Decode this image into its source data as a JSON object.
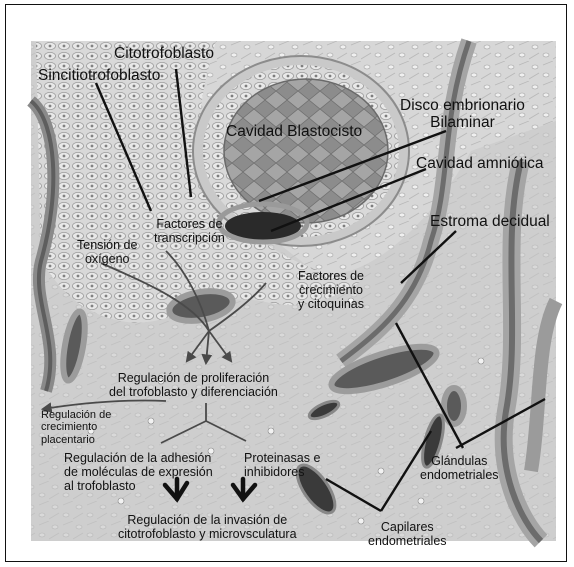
{
  "labels": {
    "citotrofoblasto": "Citotrofoblasto",
    "sincitiotrofoblasto": "Sincitiotrofoblasto",
    "disco_embrionario": "Disco embrionario\nBilaminar",
    "cavidad_blastocisto": "Cavidad Blastocisto",
    "cavidad_amniotica": "Cavidad amniótica",
    "estroma_decidual": "Estroma decidual",
    "factores_transcripcion": "Factores de\ntranscripción",
    "tension_oxigeno": "Tensión de\noxígeno",
    "factores_crecimiento": "Factores de\ncrecimiento\ny citoquinas",
    "regulacion_proliferacion": "Regulación de proliferación\ndel trofoblasto y diferenciación",
    "regulacion_crecimiento": "Regulación de\ncrecimiento\nplacentario",
    "regulacion_adhesion": "Regulación de la adhesión\nde moléculas de expresión\nal trofoblasto",
    "proteinasas": "Proteinasas e\ninhibidores",
    "glandulas": "Glándulas\nendometriales",
    "regulacion_invasion": "Regulación de la invasión de\ncitotrofoblasto y microvsculatura",
    "capilares": "Capilares\nendometriales"
  },
  "colors": {
    "tissue_light": "#e2e2e2",
    "tissue_mid": "#bdbdbd",
    "tissue_dark": "#6a6a6a",
    "line": "#111111",
    "arrow": "#444444"
  }
}
